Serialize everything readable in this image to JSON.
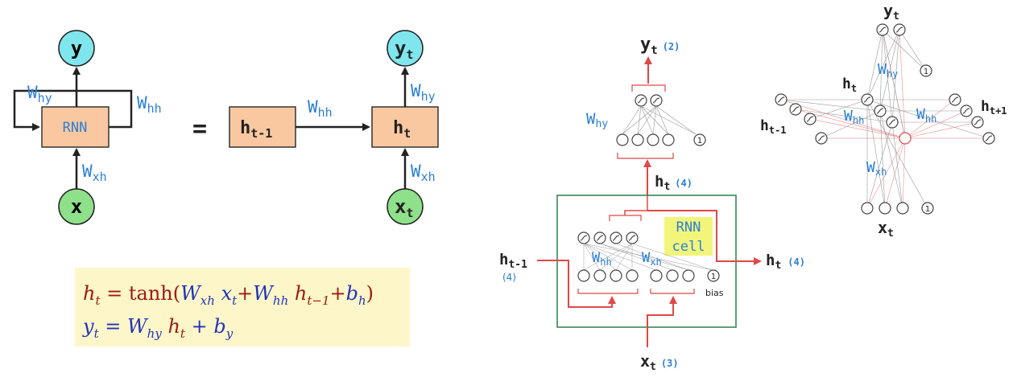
{
  "left": {
    "y": "y",
    "x": "x",
    "rnn": "RNN",
    "w_hy": "W",
    "w_hy_sub": "hy",
    "w_hh": "W",
    "w_hh_sub": "hh",
    "w_xh": "W",
    "w_xh_sub": "xh",
    "equals": "=",
    "h_prev": "h",
    "h_prev_sub": "t-1",
    "w_hh2": "W",
    "w_hh2_sub": "hh",
    "h_t": "h",
    "h_t_sub": "t",
    "y_t": "y",
    "y_t_sub": "t",
    "x_t": "x",
    "x_t_sub": "t",
    "w_hy2": "W",
    "w_hy2_sub": "hy",
    "w_xh2": "W",
    "w_xh2_sub": "xh"
  },
  "formula": {
    "line1": {
      "h": "h",
      "h_sub": "t",
      "eq": "=",
      "tanh": "tanh(",
      "w1": "W",
      "w1_sub": "xh",
      "x": "x",
      "x_sub": "t",
      "plus1": "+",
      "w2": "W",
      "w2_sub": "hh",
      "h2": "h",
      "h2_sub": "t−1",
      "plus2": "+",
      "b": "b",
      "b_sub": "h",
      "close": ")"
    },
    "line2": {
      "y": "y",
      "y_sub": "t",
      "eq": "=",
      "w": "W",
      "w_sub": "hy",
      "h": "h",
      "h_sub": "t",
      "plus": "+",
      "b": "b",
      "b_sub": "y"
    }
  },
  "middle": {
    "y_t": "y",
    "y_t_sub": "t",
    "y_t_note": "(2)",
    "w_hy": "W",
    "w_hy_sub": "hy",
    "one_top": "1",
    "h_t": "h",
    "h_t_sub": "t",
    "h_t_note": "(4)",
    "rnn_cell_1": "RNN",
    "rnn_cell_2": "cell",
    "w_hh": "W",
    "w_hh_sub": "hh",
    "w_xh": "W",
    "w_xh_sub": "xh",
    "one_bottom": "1",
    "bias": "bias",
    "h_prev": "h",
    "h_prev_sub": "t-1",
    "h_prev_note": "(4)",
    "h_out": "h",
    "h_out_sub": "t",
    "h_out_note": "(4)",
    "x_t": "x",
    "x_t_sub": "t",
    "x_t_note": "(3)"
  },
  "right": {
    "y_t": "y",
    "y_t_sub": "t",
    "w_hy": "W",
    "w_hy_sub": "hy",
    "one_top": "1",
    "h_t": "h",
    "h_t_sub": "t",
    "h_next": "h",
    "h_next_sub": "t+1",
    "h_prev": "h",
    "h_prev_sub": "t-1",
    "w_hh_left": "W",
    "w_hh_left_sub": "hh",
    "w_hh_right": "W",
    "w_hh_right_sub": "hh",
    "w_xh": "W",
    "w_xh_sub": "xh",
    "one_bottom": "1",
    "x_t": "x",
    "x_t_sub": "t"
  },
  "colors": {
    "box_fill": "#f9c8a0",
    "y_node": "#7fe6ee",
    "x_node": "#8ee08a",
    "weight_text": "#2a7fd6",
    "red_arrow": "#e04848",
    "cell_border": "#2f7d4a",
    "formula_bg": "#fdf6c8",
    "highlight": "#f3f57a"
  }
}
